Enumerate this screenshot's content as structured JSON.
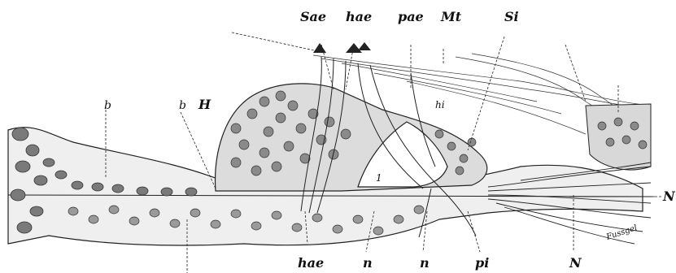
{
  "labels": {
    "top": [
      "Sae",
      "hae",
      "pae",
      "Mt",
      "Si"
    ],
    "side": [
      "b",
      "b",
      "H",
      "hi",
      "1"
    ],
    "right": "N",
    "bottom": [
      "hae",
      "n",
      "n",
      "pi",
      "N"
    ],
    "signature": "Fussgel"
  },
  "colors": {
    "ink": "#222222",
    "cell_fill": "#8a8a8a",
    "nucleus_fill": "#3a3a3a",
    "tissue_fill": "#e6e6e6"
  }
}
